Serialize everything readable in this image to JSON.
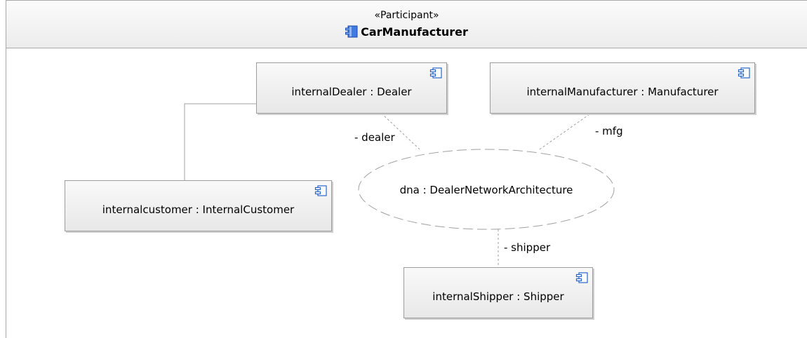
{
  "participant": {
    "stereotype": "«Participant»",
    "name": "CarManufacturer",
    "icon": "participant-class-icon"
  },
  "parts": {
    "dealer": {
      "label": "internalDealer : Dealer",
      "icon": "component-icon"
    },
    "manufacturer": {
      "label": "internalManufacturer : Manufacturer",
      "icon": "component-icon"
    },
    "customer": {
      "label": "internalcustomer : InternalCustomer",
      "icon": "component-icon"
    },
    "shipper": {
      "label": "internalShipper : Shipper",
      "icon": "component-icon"
    }
  },
  "collaboration": {
    "label": "dna : DealerNetworkArchitecture"
  },
  "roles": {
    "dealer": "- dealer",
    "mfg": "- mfg",
    "shipper": "- shipper"
  },
  "colors": {
    "icon_blue": "#2a66c9",
    "line_gray": "#a0a0a0",
    "shape_fill": "#eeeeee"
  }
}
